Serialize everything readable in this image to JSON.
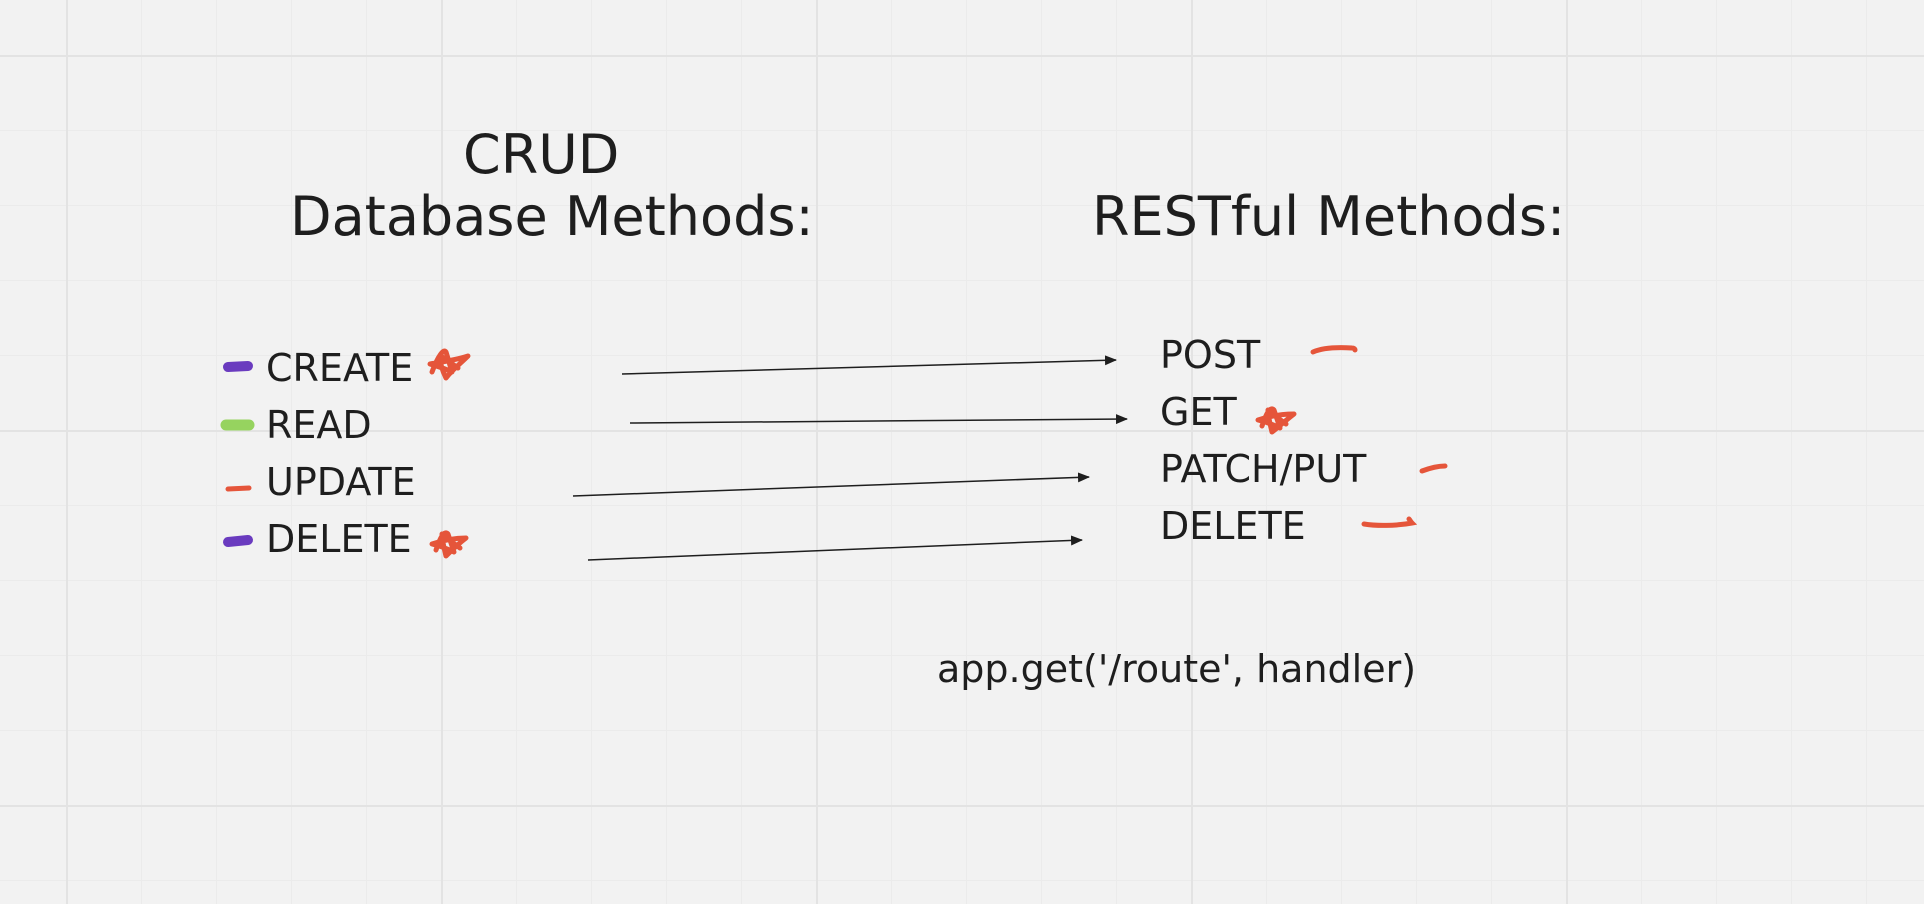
{
  "crud": {
    "title_line1": "CRUD",
    "title_line2": "Database Methods:",
    "items": [
      "CREATE",
      "READ",
      "UPDATE",
      "DELETE"
    ]
  },
  "rest": {
    "title": "RESTful Methods:",
    "items": [
      "POST",
      "GET",
      "PATCH/PUT",
      "DELETE"
    ]
  },
  "code_example": "app.get('/route', handler)",
  "colors": {
    "background": "#f2f2f2",
    "text": "#1e1e1e",
    "purple": "#6a3bbf",
    "green": "#96d35f",
    "red": "#e5553a",
    "arrow": "#1e1e1e"
  },
  "annotations": {
    "crud_markers": [
      "purple-dash",
      "green-dash",
      "red-dash",
      "purple-dash"
    ],
    "crud_stars": [
      "CREATE",
      "DELETE"
    ],
    "rest_marks": [
      "dash",
      "star",
      "dash",
      "curve"
    ]
  }
}
